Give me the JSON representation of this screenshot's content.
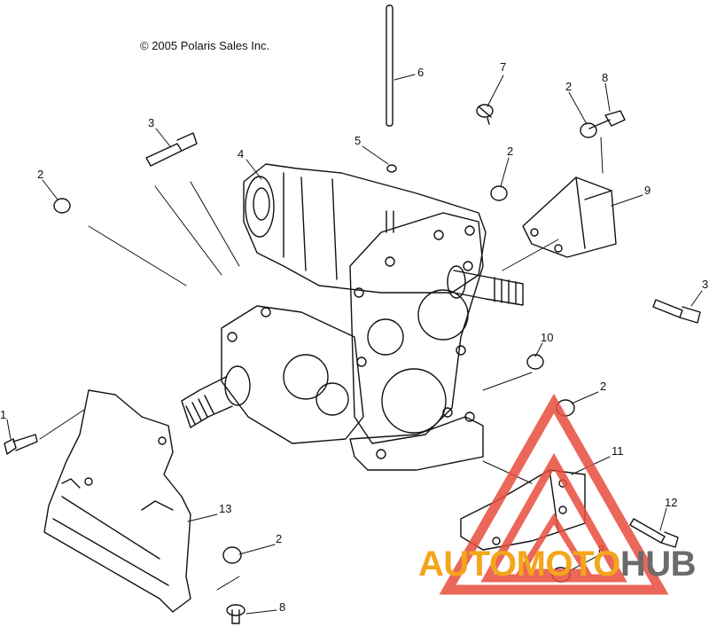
{
  "copyright": "© 2005 Polaris Sales Inc.",
  "callouts": [
    {
      "id": "c1",
      "label": "1"
    },
    {
      "id": "c2a",
      "label": "2"
    },
    {
      "id": "c2b",
      "label": "2"
    },
    {
      "id": "c2c",
      "label": "2"
    },
    {
      "id": "c2d",
      "label": "2"
    },
    {
      "id": "c2e",
      "label": "2"
    },
    {
      "id": "c3a",
      "label": "3"
    },
    {
      "id": "c3b",
      "label": "3"
    },
    {
      "id": "c4",
      "label": "4"
    },
    {
      "id": "c5",
      "label": "5"
    },
    {
      "id": "c6",
      "label": "6"
    },
    {
      "id": "c7",
      "label": "7"
    },
    {
      "id": "c8a",
      "label": "8"
    },
    {
      "id": "c8b",
      "label": "8"
    },
    {
      "id": "c8c",
      "label": "8"
    },
    {
      "id": "c9",
      "label": "9"
    },
    {
      "id": "c10",
      "label": "10"
    },
    {
      "id": "c11",
      "label": "11"
    },
    {
      "id": "c12",
      "label": "12"
    },
    {
      "id": "c13",
      "label": "13"
    }
  ],
  "watermark": {
    "part_a": "AUTOMOTO",
    "part_b": "HUB",
    "color_a": "#f4a61a",
    "color_b": "#6b6b6b",
    "triangle_color": "#e84d3d"
  }
}
